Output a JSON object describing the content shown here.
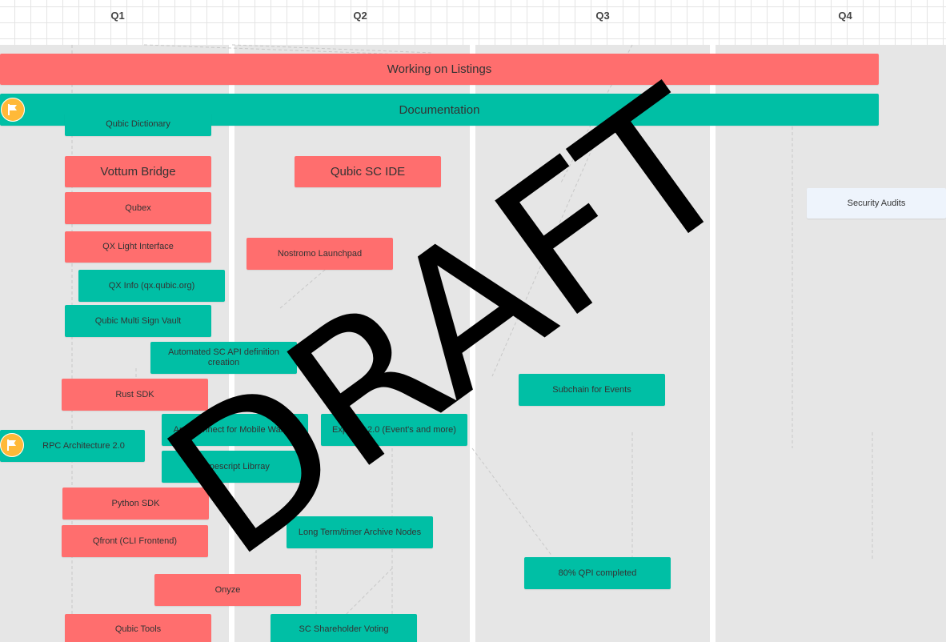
{
  "quarters": [
    "Q1",
    "Q2",
    "Q3",
    "Q4"
  ],
  "banners": {
    "listings": "Working on Listings",
    "documentation": "Documentation"
  },
  "items": {
    "qubic_dictionary": "Qubic Dictionary",
    "vottum_bridge": "Vottum Bridge",
    "qubic_sc_ide": "Qubic SC IDE",
    "qubex": "Qubex",
    "qx_light_interface": "QX Light Interface",
    "nostromo_launchpad": "Nostromo Launchpad",
    "qx_info": "QX Info (qx.qubic.org)",
    "qubic_multi_sign_vault": "Qubic Multi Sign Vault",
    "automated_sc_api": "Automated SC API definition creation",
    "rust_sdk": "Rust SDK",
    "subchain_for_events": "Subchain for Events",
    "app_connect": "App Connect for Mobile Wallets",
    "explorer_2": "Explorer 2.0 (Event's and more)",
    "rpc_architecture": "RPC Architecture 2.0",
    "typescript_library": "Typescript Librray",
    "python_sdk": "Python SDK",
    "qfront": "Qfront (CLI Frontend)",
    "long_term_archive": "Long Term/timer Archive Nodes",
    "qpi_completed": "80% QPI completed",
    "onyze": "Onyze",
    "qubic_tools": "Qubic Tools",
    "sc_shareholder_voting": "SC Shareholder Voting",
    "security_audits": "Security Audits"
  },
  "watermark": "DRAFT",
  "colors": {
    "red": "#ff6e6e",
    "teal": "#00bfa5",
    "lane": "#e6e6e6",
    "flag": "#ffb938",
    "pale": "#eef4fc"
  }
}
